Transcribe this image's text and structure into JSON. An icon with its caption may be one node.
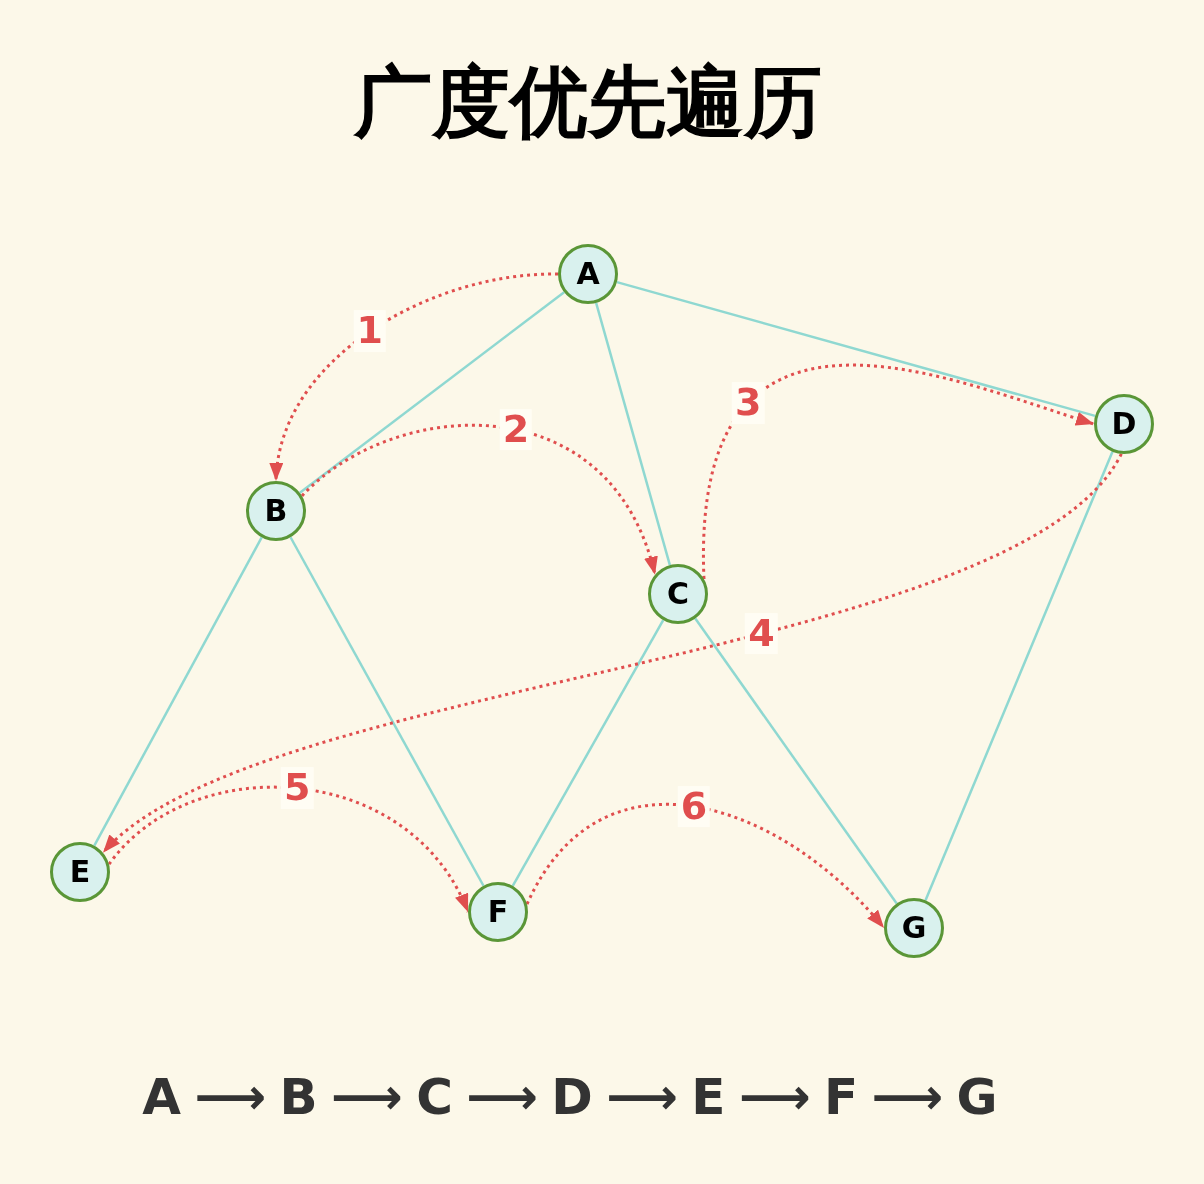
{
  "diagram": {
    "title": "广度优先遍历",
    "nodes": [
      {
        "text": [
          "A"
        ]
      },
      {
        "text": [
          "B"
        ]
      },
      {
        "text": [
          "C"
        ]
      },
      {
        "text": [
          "D"
        ]
      },
      {
        "text": [
          "E"
        ]
      },
      {
        "text": [
          "F"
        ]
      },
      {
        "text": [
          "G"
        ]
      }
    ],
    "edges": [
      {
        "from": 0,
        "to": 1,
        "arrow": "none"
      },
      {
        "from": 0,
        "to": 2,
        "arrow": "none"
      },
      {
        "from": 0,
        "to": 3,
        "arrow": "none"
      },
      {
        "from": 1,
        "to": 4,
        "arrow": "none"
      },
      {
        "from": 1,
        "to": 5,
        "arrow": "none"
      },
      {
        "from": 2,
        "to": 5,
        "arrow": "none"
      },
      {
        "from": 2,
        "to": 6,
        "arrow": "none"
      },
      {
        "from": 3,
        "to": 6,
        "arrow": "none"
      },
      {
        "from": 0,
        "to": 1,
        "arrow": "to",
        "label": "1",
        "style": "dashed",
        "color": "#e04e4e"
      },
      {
        "from": 1,
        "to": 2,
        "arrow": "to",
        "label": "2",
        "style": "dashed",
        "color": "#e04e4e"
      },
      {
        "from": 2,
        "to": 3,
        "arrow": "to",
        "label": "3",
        "style": "dashed",
        "color": "#e04e4e"
      },
      {
        "from": 3,
        "to": 4,
        "arrow": "to",
        "label": "4",
        "style": "dashed",
        "color": "#e04e4e"
      },
      {
        "from": 4,
        "to": 5,
        "arrow": "to",
        "label": "5",
        "style": "dashed",
        "color": "#e04e4e"
      },
      {
        "from": 5,
        "to": 6,
        "arrow": "to",
        "label": "6",
        "style": "dashed",
        "color": "#e04e4e"
      }
    ],
    "labels": [
      "A ⟶ B ⟶ C ⟶ D ⟶ E ⟶ F ⟶ G"
    ]
  }
}
